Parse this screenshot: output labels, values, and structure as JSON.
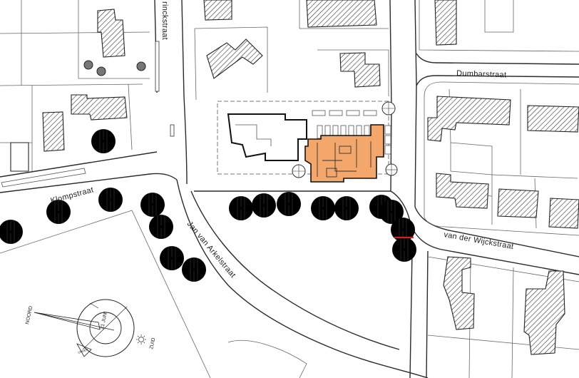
{
  "map": {
    "streets": {
      "top": "rinckstraat",
      "dumbar": "Dumbarstraat",
      "klomp": "Klompstraat",
      "arkel": "Jan van Arkelstraat",
      "wijck": "van der Wijckstraat"
    },
    "compass": {
      "north": "NOORD",
      "south": "ZUID",
      "date": "21 JUNI",
      "west": "ONDER"
    },
    "colors": {
      "site_fill": "#f4a76a",
      "tree_fill": "#7a7a7a",
      "line": "#2a2a2a",
      "marker": "#d62020"
    }
  }
}
